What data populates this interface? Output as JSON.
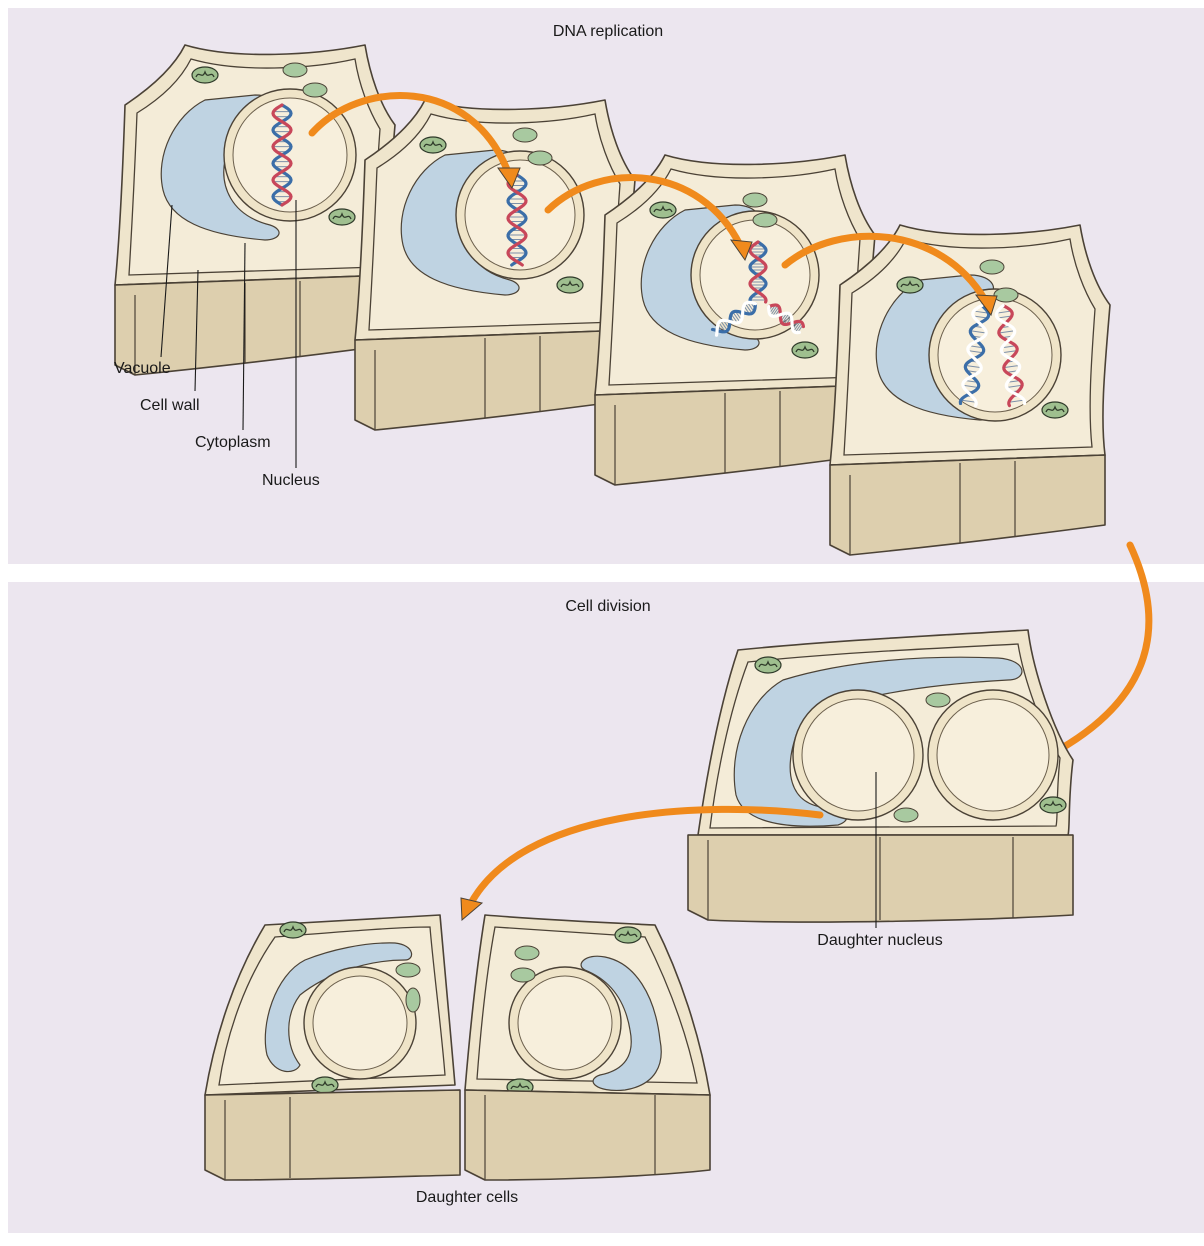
{
  "sections": {
    "top_title": "DNA replication",
    "bottom_title": "Cell division"
  },
  "labels": {
    "vacuole": "Vacuole",
    "cell_wall": "Cell wall",
    "cytoplasm": "Cytoplasm",
    "nucleus": "Nucleus",
    "daughter_nucleus": "Daughter nucleus",
    "daughter_cells": "Daughter cells"
  },
  "colors": {
    "background_panel": "#ece6ef",
    "arrow": "#f08a1c",
    "dna_blue": "#3b6ea8",
    "dna_red": "#c8475a",
    "vacuole": "#bfd3e2",
    "cell_wall": "#efe5cc"
  },
  "icons": [
    "plant-cell-icon",
    "dna-helix-icon",
    "mitochondrion-icon",
    "chloroplast-icon",
    "curved-arrow-icon"
  ]
}
